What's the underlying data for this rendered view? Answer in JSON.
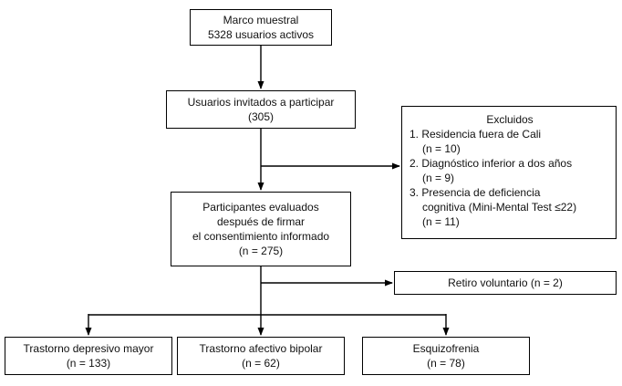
{
  "nodes": {
    "marco_muestral": {
      "lines": [
        "Marco muestral",
        "5328 usuarios activos"
      ]
    },
    "invitados": {
      "lines": [
        "Usuarios invitados a participar",
        "(305)"
      ]
    },
    "excluidos": {
      "title": "Excluidos",
      "item1": "1. Residencia fuera de Cali",
      "item1_n": "(n = 10)",
      "item2": "2. Diagnóstico inferior a dos años",
      "item2_n": "(n = 9)",
      "item3_a": "3. Presencia de deficiencia",
      "item3_b": "cognitiva (Mini-Mental Test ≤22)",
      "item3_n": "(n = 11)"
    },
    "participantes": {
      "lines": [
        "Participantes evaluados",
        "después de firmar",
        "el consentimiento informado",
        "(n = 275)"
      ]
    },
    "retiro": {
      "label": "Retiro voluntario (n = 2)"
    },
    "depresivo": {
      "lines": [
        "Trastorno depresivo mayor",
        "(n = 133)"
      ]
    },
    "bipolar": {
      "lines": [
        "Trastorno afectivo bipolar",
        "(n = 62)"
      ]
    },
    "esquizofrenia": {
      "lines": [
        "Esquizofrenia",
        "(n = 78)"
      ]
    }
  },
  "colors": {
    "line": "#000000",
    "border": "#000000",
    "background": "#ffffff"
  }
}
